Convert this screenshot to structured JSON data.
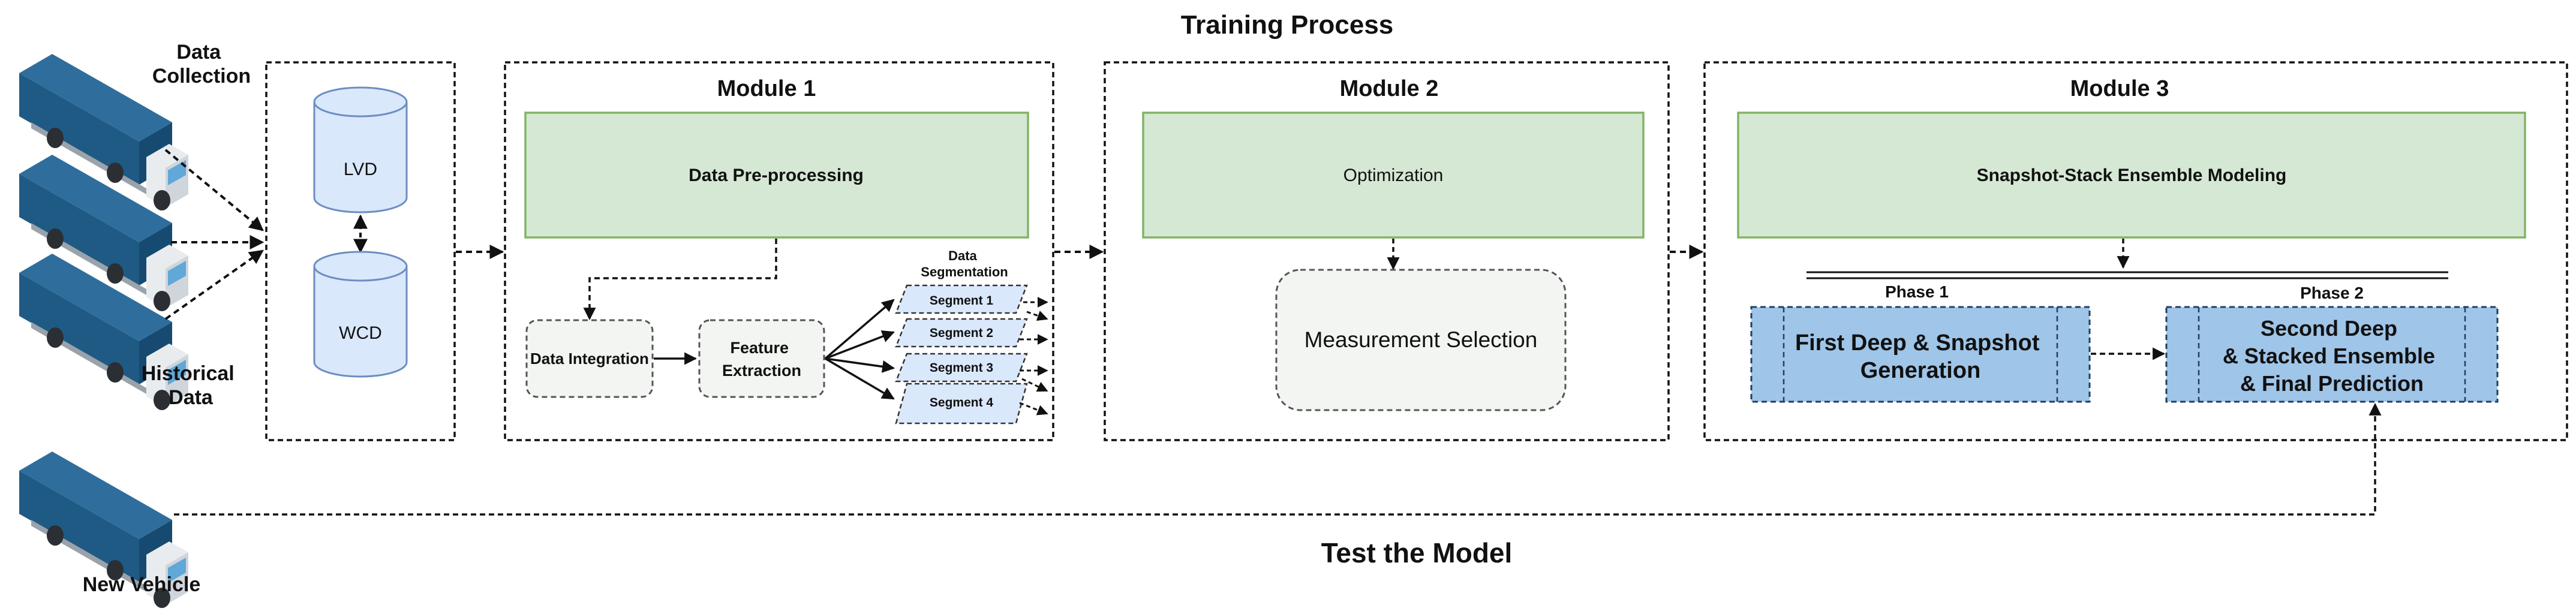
{
  "titles": {
    "training": "Training Process",
    "test": "Test the Model"
  },
  "sources": {
    "data_collection": [
      "Data",
      "Collection"
    ],
    "historical_data": [
      "Historical",
      "Data"
    ],
    "new_vehicle": "New Vehicle"
  },
  "databases": {
    "lvd": "LVD",
    "wcd": "WCD"
  },
  "module1": {
    "title": "Module 1",
    "preprocessing": "Data Pre-processing",
    "integration": "Data Integration",
    "feature_extraction": [
      "Feature",
      "Extraction"
    ],
    "segmentation_label": [
      "Data",
      "Segmentation"
    ],
    "segments": [
      "Segment 1",
      "Segment 2",
      "Segment 3",
      "Segment 4"
    ]
  },
  "module2": {
    "title": "Module 2",
    "optimization": "Optimization",
    "measurement": "Measurement Selection"
  },
  "module3": {
    "title": "Module 3",
    "ensemble": "Snapshot-Stack Ensemble Modeling",
    "phase1_label": "Phase 1",
    "phase2_label": "Phase 2",
    "phase1_box": [
      "First Deep & Snapshot",
      "Generation"
    ],
    "phase2_box": [
      "Second Deep",
      "& Stacked Ensemble",
      "& Final Prediction"
    ]
  },
  "colors": {
    "green_fill": "#d5e8d4",
    "green_stroke": "#82b366",
    "blue_fill": "#dae8fc",
    "blue_stroke": "#6c8ebf",
    "phase_fill": "#9fc5e8",
    "truck_body": "#1f5a85",
    "truck_top": "#2f6e9c",
    "grey_box": "#f3f5f3"
  }
}
